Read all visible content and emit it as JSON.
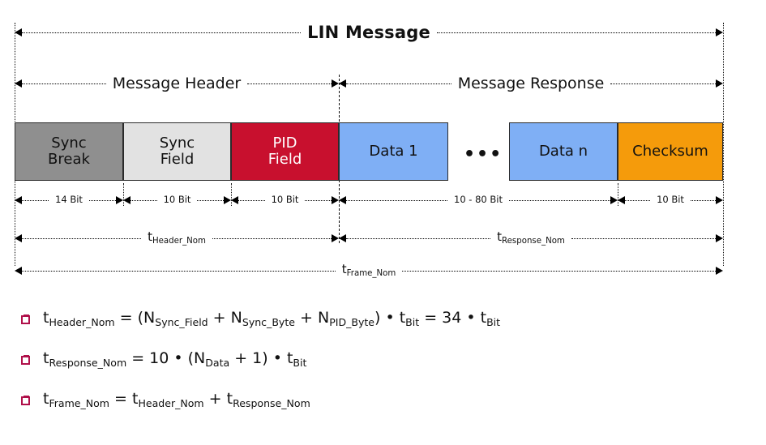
{
  "diagram": {
    "title": "LIN Message",
    "sections": [
      {
        "label": "Message Header"
      },
      {
        "label": "Message Response"
      }
    ],
    "frame_blocks": [
      {
        "name": "sync-break",
        "line1": "Sync",
        "line2": "Break",
        "color": "#8f8f8f"
      },
      {
        "name": "sync-field",
        "line1": "Sync",
        "line2": "Field",
        "color": "#e2e2e2"
      },
      {
        "name": "pid-field",
        "line1": "PID",
        "line2": "Field",
        "color": "#c8102e"
      },
      {
        "name": "data-1",
        "line1": "Data 1",
        "line2": "",
        "color": "#7faff5"
      },
      {
        "name": "data-n",
        "line1": "Data n",
        "line2": "",
        "color": "#7faff5"
      },
      {
        "name": "checksum",
        "line1": "Checksum",
        "line2": "",
        "color": "#f59b0b"
      }
    ],
    "ellipsis": "•••",
    "bit_labels": [
      "14 Bit",
      "10 Bit",
      "10 Bit",
      "10 - 80 Bit",
      "10 Bit"
    ],
    "timing": {
      "header": {
        "base": "t",
        "sub": "Header_Nom"
      },
      "response": {
        "base": "t",
        "sub": "Response_Nom"
      },
      "frame": {
        "base": "t",
        "sub": "Frame_Nom"
      }
    }
  },
  "formulas": [
    {
      "id": "t-header-nom",
      "parts": [
        {
          "t": "t",
          "s": "Header_Nom"
        },
        {
          "t": " = (N",
          "s": ""
        },
        {
          "t": "",
          "s": "Sync_Field"
        },
        {
          "t": " + N",
          "s": ""
        },
        {
          "t": "",
          "s": "Sync_Byte"
        },
        {
          "t": " + N",
          "s": ""
        },
        {
          "t": "",
          "s": "PID_Byte"
        },
        {
          "t": ") • t",
          "s": ""
        },
        {
          "t": "",
          "s": "Bit"
        },
        {
          "t": " = 34 • t",
          "s": ""
        },
        {
          "t": "",
          "s": "Bit"
        }
      ]
    },
    {
      "id": "t-response-nom",
      "parts": [
        {
          "t": "t",
          "s": "Response_Nom"
        },
        {
          "t": " = 10 • (N",
          "s": ""
        },
        {
          "t": "",
          "s": "Data"
        },
        {
          "t": " + 1) • t",
          "s": ""
        },
        {
          "t": "",
          "s": "Bit"
        }
      ]
    },
    {
      "id": "t-frame-nom",
      "parts": [
        {
          "t": "t",
          "s": "Frame_Nom"
        },
        {
          "t": " = t",
          "s": ""
        },
        {
          "t": "",
          "s": "Header_Nom"
        },
        {
          "t": " + t",
          "s": ""
        },
        {
          "t": "",
          "s": "Response_Nom"
        }
      ]
    }
  ],
  "colors": {
    "accent_red": "#c8102e",
    "bullet_red": "#b0104a",
    "orange": "#f59b0b",
    "blue": "#7faff5",
    "grey_dark": "#8f8f8f",
    "grey_light": "#e2e2e2"
  }
}
